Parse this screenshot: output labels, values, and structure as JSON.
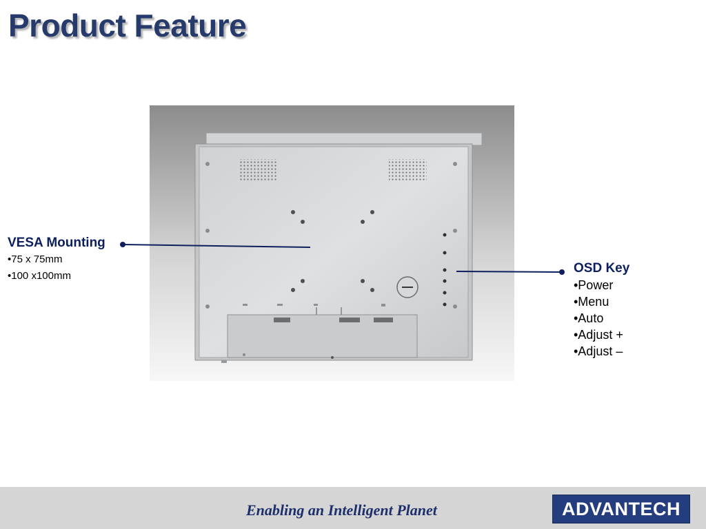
{
  "slide": {
    "title": "Product Feature"
  },
  "vesa": {
    "heading": "VESA Mounting",
    "items": [
      "•75 x 75mm",
      "•100 x100mm"
    ]
  },
  "osd": {
    "heading": "OSD Key",
    "items": [
      "•Power",
      "•Menu",
      "•Auto",
      "•Adjust +",
      "•Adjust –"
    ]
  },
  "footer": {
    "tagline": "Enabling an Intelligent Planet",
    "logo_text": "ADVANTECH"
  },
  "colors": {
    "title": "#263b6b",
    "callout_line": "#0d1f5c",
    "footer_bg": "#d5d5d5",
    "logo_bg": "#233d7e"
  }
}
